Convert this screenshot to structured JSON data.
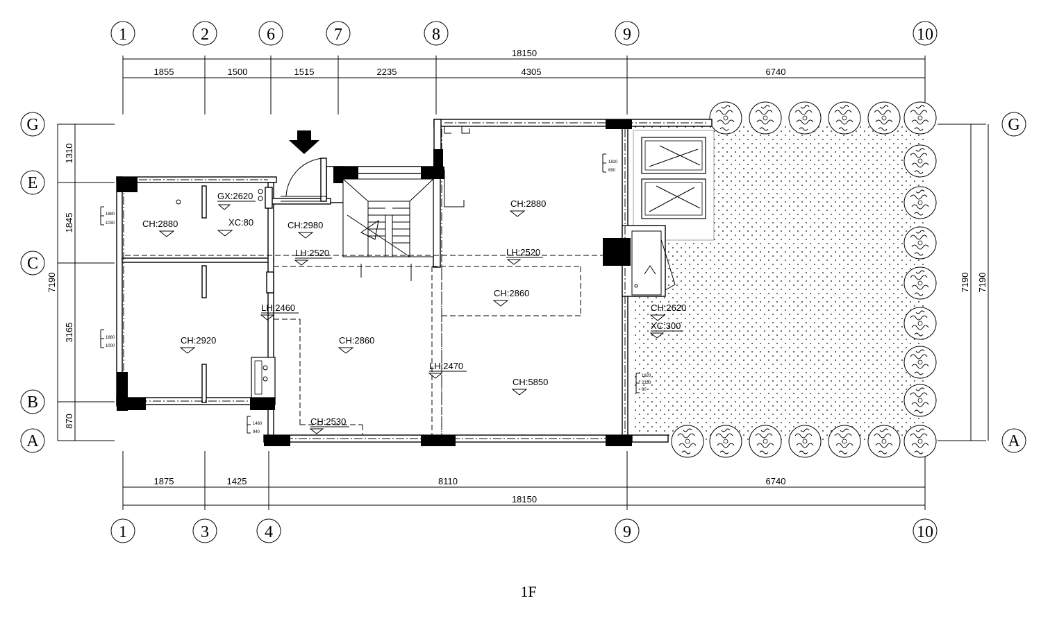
{
  "drawing_title": "1F",
  "axes_top": [
    "1",
    "2",
    "6",
    "7",
    "8",
    "9",
    "10"
  ],
  "axes_bottom": [
    "1",
    "3",
    "4",
    "9",
    "10"
  ],
  "axes_left": [
    "G",
    "E",
    "C",
    "B",
    "A"
  ],
  "axes_right": [
    "G",
    "A"
  ],
  "dims_top_total": "18150",
  "dims_top": [
    "1855",
    "1500",
    "1515",
    "2235",
    "4305",
    "6740"
  ],
  "dims_bottom": [
    "1875",
    "1425",
    "8110",
    "6740"
  ],
  "dims_bottom_total": "18150",
  "dims_left": [
    "1310",
    "1845",
    "3165",
    "870"
  ],
  "dims_left_total": "7190",
  "dims_right_totals": [
    "7190",
    "7190"
  ],
  "labels": {
    "ch_2880_a": "CH:2880",
    "gx_2620": "GX:2620",
    "xc_80": "XC:80",
    "ch_2980": "CH:2980",
    "lh_2520_a": "LH:2520",
    "ch_2880_b": "CH:2880",
    "lh_2520_b": "LH:2520",
    "ch_2860_a": "CH:2860",
    "lh_2460": "LH:2460",
    "ch_2920": "CH:2920",
    "ch_2860_b": "CH:2860",
    "lh_2470": "LH:2470",
    "ch_5850": "CH:5850",
    "ch_2530": "CH:2530",
    "ch_2620": "CH:2620",
    "xc_300": "XC:300"
  },
  "window_tags": {
    "w1": [
      "1880",
      "1030"
    ],
    "w2": [
      "1880",
      "1000"
    ],
    "w3": [
      "1460",
      "940"
    ],
    "w4": [
      "1820",
      "690"
    ],
    "w5": [
      "1820",
      "2330",
      "90"
    ]
  }
}
